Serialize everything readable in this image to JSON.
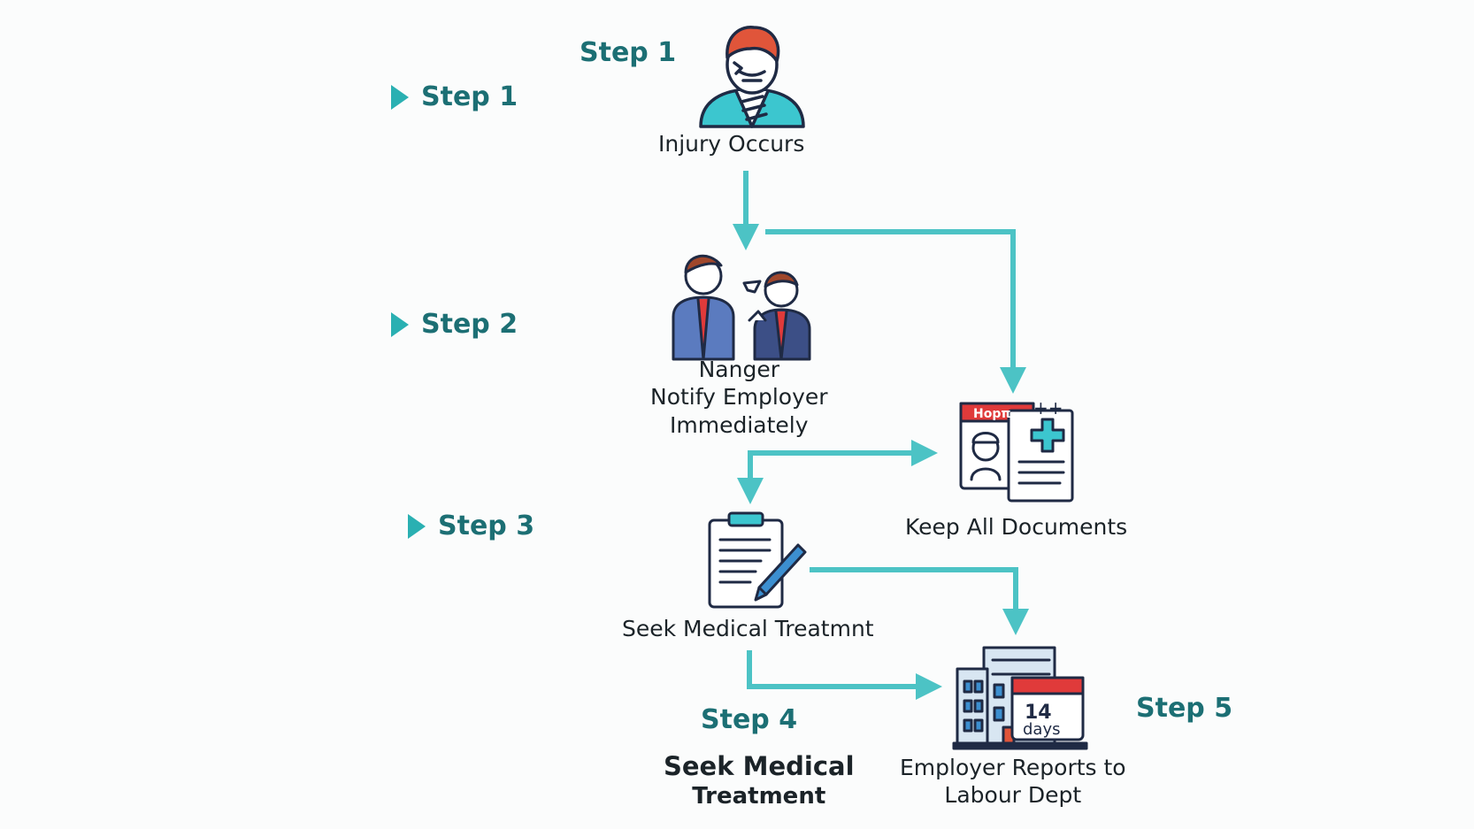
{
  "steps": [
    {
      "label": "Step 1"
    },
    {
      "label": "Step 1"
    },
    {
      "label": "Step 2"
    },
    {
      "label": "Step 3"
    },
    {
      "label": "Step 4"
    },
    {
      "label": "Step 5"
    }
  ],
  "nodes": {
    "injury": {
      "text": "Injury Occurs"
    },
    "notify": {
      "line1": "Nanger",
      "line2": "Notify Employer",
      "line3": "Immediately"
    },
    "documents": {
      "text": "Keep All Documents",
      "icon_text": "Hopπ",
      "icon_plus": "++"
    },
    "treatment": {
      "text": "Seek Medical Treatmnt"
    },
    "treatment_big": {
      "line1": "Seek Medical",
      "line2": "Treatment"
    },
    "reports": {
      "line1": "Employer Reports to",
      "line2": "Labour Dept",
      "calendar_num": "14",
      "calendar_unit": "days"
    }
  },
  "colors": {
    "arrow": "#4cc3c5",
    "step_text": "#1c6f74",
    "step_marker": "#2ab0b2",
    "outline": "#1f2a44",
    "teal_fill": "#3cc6cf",
    "hair_orange": "#e0553a",
    "red": "#e03a3a",
    "navy_suit": "#3c4f86",
    "blue_suit": "#5b7bbf"
  }
}
